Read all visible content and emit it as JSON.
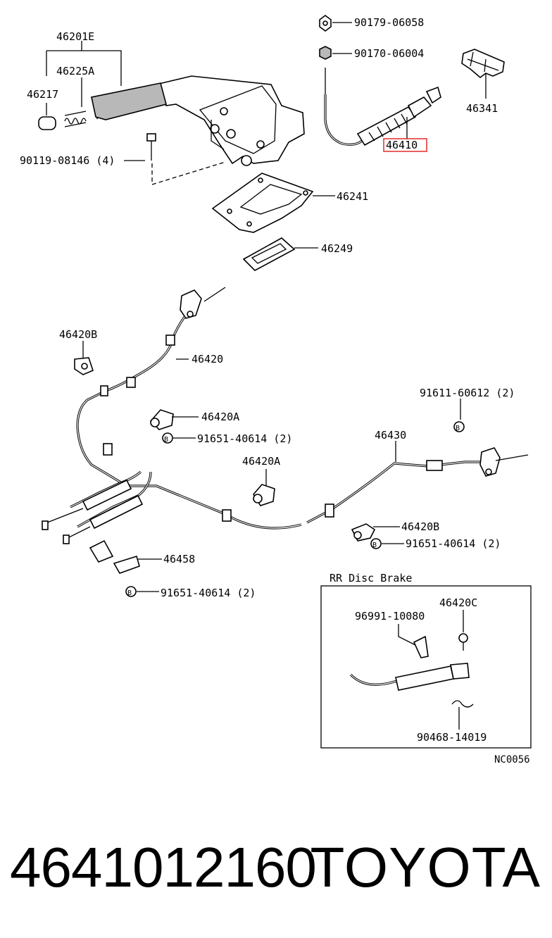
{
  "labels": {
    "p46201E": "46201E",
    "p46225A": "46225A",
    "p46217": "46217",
    "p90119": "90119-08146 (4)",
    "p90179": "90179-06058",
    "p90170": "90170-06004",
    "p46341": "46341",
    "p46410": "46410",
    "p46241": "46241",
    "p46249": "46249",
    "p46420B_top": "46420B",
    "p46420": "46420",
    "p91611": "91611-60612 (2)",
    "p46420A_1": "46420A",
    "p91651_1": "91651-40614 (2)",
    "p46430": "46430",
    "p46420A_2": "46420A",
    "p46420B_2": "46420B",
    "p91651_2": "91651-40614 (2)",
    "p46458": "46458",
    "p91651_3": "91651-40614 (2)",
    "inset_title": "RR Disc Brake",
    "p96991": "96991-10080",
    "p46420C": "46420C",
    "p90468": "90468-14019",
    "drawing_code": "NC0056",
    "bolt_mark": "B"
  },
  "footer": {
    "part_number": "4641012160",
    "brand": "TOYOTA"
  },
  "colors": {
    "highlight": "#e53935",
    "part_fill": "#b8b8b8"
  }
}
